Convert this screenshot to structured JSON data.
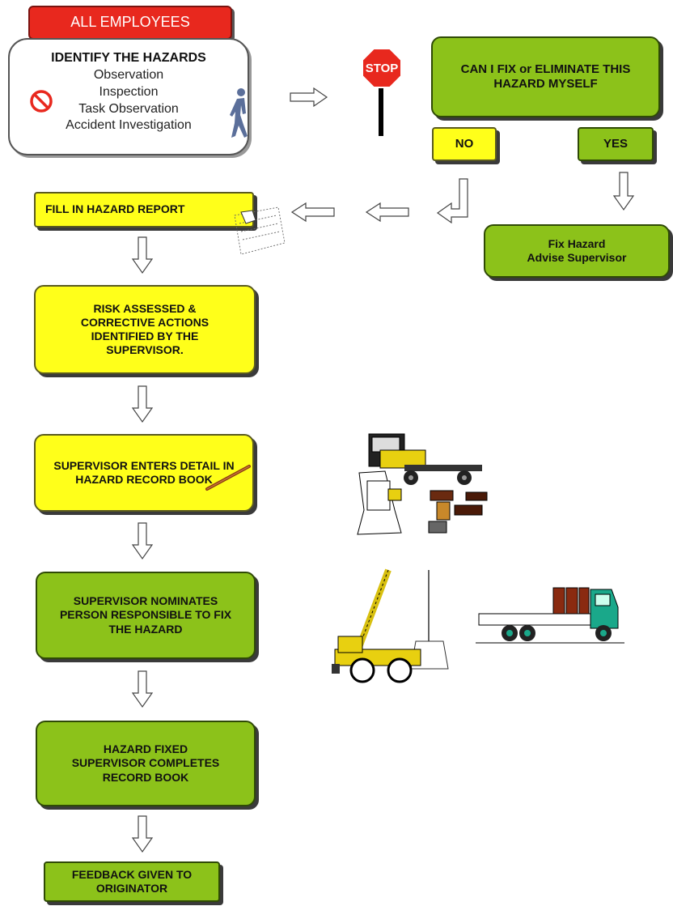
{
  "header": {
    "label": "ALL EMPLOYEES"
  },
  "identify": {
    "title": "IDENTIFY THE HAZARDS",
    "items": [
      "Observation",
      "Inspection",
      "Task Observation",
      "Accident Investigation"
    ]
  },
  "stop_sign": {
    "text": "STOP"
  },
  "question": {
    "text": "CAN I FIX or ELIMINATE THIS HAZARD MYSELF"
  },
  "no_box": {
    "label": "NO"
  },
  "yes_box": {
    "label": "YES"
  },
  "fix_hazard": {
    "line1": "Fix Hazard",
    "line2": "Advise Supervisor"
  },
  "steps": [
    {
      "text": "FILL IN HAZARD REPORT"
    },
    {
      "text": "RISK ASSESSED & CORRECTIVE ACTIONS IDENTIFIED BY THE SUPERVISOR."
    },
    {
      "text": "SUPERVISOR ENTERS DETAIL IN HAZARD RECORD BOOK"
    },
    {
      "text": "SUPERVISOR NOMINATES  PERSON RESPONSIBLE TO FIX THE HAZARD"
    },
    {
      "text": "HAZARD FIXED SUPERVISOR COMPLETES RECORD BOOK"
    },
    {
      "text": "FEEDBACK GIVEN TO ORIGINATOR"
    }
  ],
  "colors": {
    "red": "#e8281e",
    "yellow": "#ffff1a",
    "green": "#8cc21a",
    "walker": "#5b6f9a"
  },
  "icons": [
    "no-entry-icon",
    "walking-person-icon",
    "stop-sign-icon",
    "paper-report-icon",
    "pen-icon",
    "truck-worker-clipart",
    "crane-truck-clipart",
    "flatbed-truck-clipart"
  ]
}
